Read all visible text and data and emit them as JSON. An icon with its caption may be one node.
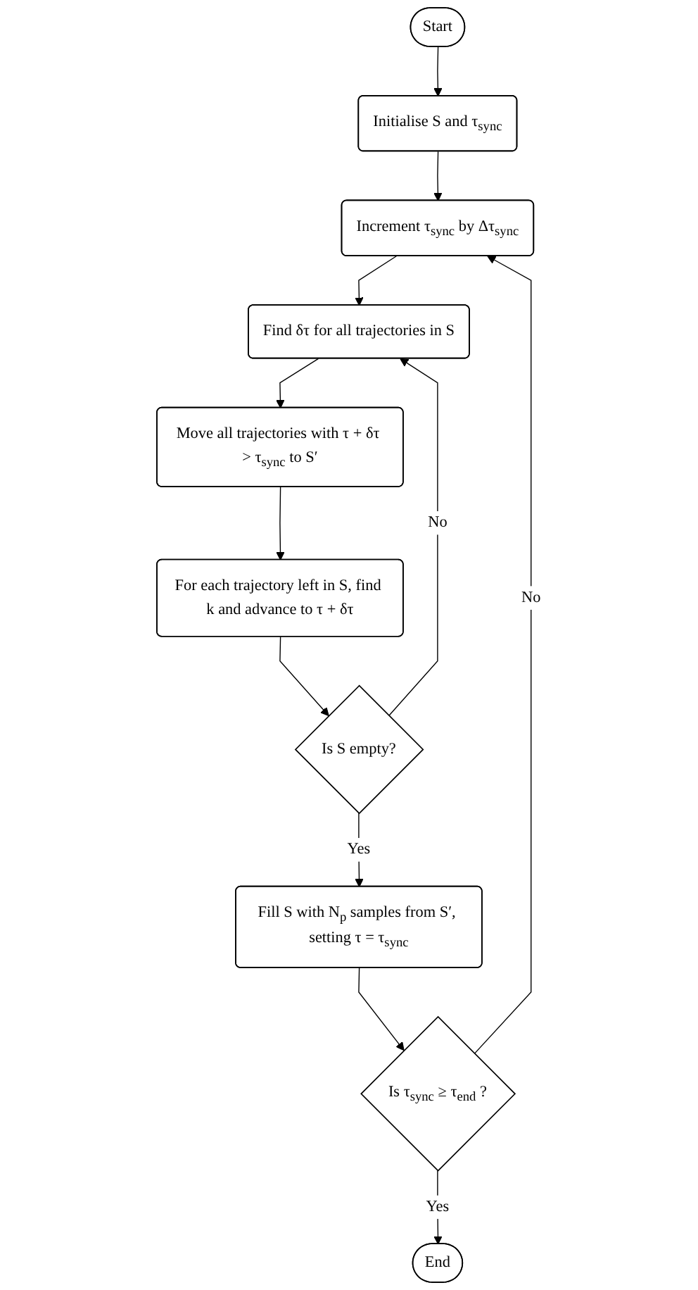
{
  "diagram": {
    "nodes": [
      {
        "text": [
          "Start"
        ]
      },
      {
        "text": [
          "Initialise S and τ$_{sync}$"
        ]
      },
      {
        "text": [
          "Increment τ$_{sync}$ by Δτ$_{sync}$"
        ]
      },
      {
        "text": [
          "Find δτ for all trajectories in S"
        ]
      },
      {
        "text": [
          "Move all trajectories with τ + δτ > τ$_{sync}$ to S′"
        ]
      },
      {
        "text": [
          "For each trajectory left in S, find k and advance to τ + δτ"
        ]
      },
      {
        "text": [
          "Is S empty?"
        ]
      },
      {
        "text": [
          "Fill S with N$_{p}$ samples from S′, setting τ = τ$_{sync}$"
        ]
      },
      {
        "text": [
          "Is τ$_{sync}$ ≥ τ$_{end}$ ?"
        ]
      },
      {
        "text": [
          "End"
        ]
      }
    ],
    "edges": [
      {
        "from": 0,
        "to": 1,
        "arrow": "to"
      },
      {
        "from": 1,
        "to": 2,
        "arrow": "to"
      },
      {
        "from": 2,
        "to": 3,
        "arrow": "to"
      },
      {
        "from": 3,
        "to": 4,
        "arrow": "to"
      },
      {
        "from": 4,
        "to": 5,
        "arrow": "to"
      },
      {
        "from": 5,
        "to": 6,
        "arrow": "to"
      },
      {
        "from": 6,
        "to": 3,
        "arrow": "to",
        "label": "No"
      },
      {
        "from": 6,
        "to": 7,
        "arrow": "to",
        "label": "Yes"
      },
      {
        "from": 7,
        "to": 8,
        "arrow": "to"
      },
      {
        "from": 8,
        "to": 2,
        "arrow": "to",
        "label": "No"
      },
      {
        "from": 8,
        "to": 9,
        "arrow": "to",
        "label": "Yes"
      }
    ]
  }
}
